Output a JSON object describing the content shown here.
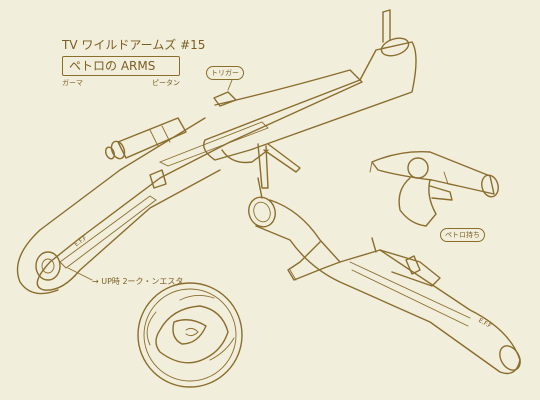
{
  "title": {
    "line1": "TV ワイルドアームズ #15",
    "line2": "ペトロの ARMS",
    "sub_left": "ガーマ",
    "sub_right": "ピータン"
  },
  "notes": {
    "trigger": "トリガー",
    "front_mark": "E.F.F",
    "emblem_note": "→ UP時 2ーク・ンエスタ",
    "rear_mark": "E.F.F",
    "pose_label": "ペトロ持ち"
  }
}
